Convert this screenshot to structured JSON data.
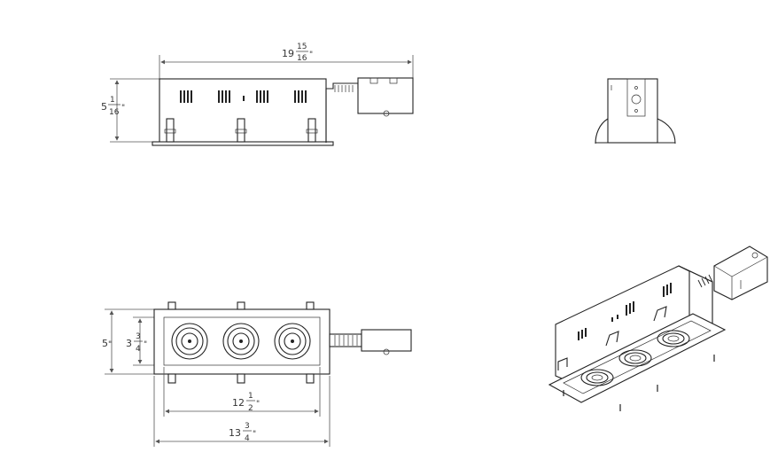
{
  "dimensions": {
    "front_width": {
      "whole": "19",
      "num": "15",
      "den": "16",
      "unit": "\""
    },
    "front_height": {
      "whole": "5",
      "num": "1",
      "den": "16",
      "unit": "\""
    },
    "top_outer_height": {
      "whole": "5",
      "unit": "\""
    },
    "top_inner_height": {
      "whole": "3",
      "num": "3",
      "den": "4",
      "unit": "\""
    },
    "top_inner_width": {
      "whole": "12",
      "num": "1",
      "den": "2",
      "unit": "\""
    },
    "top_outer_width": {
      "whole": "13",
      "num": "3",
      "den": "4",
      "unit": "\""
    }
  },
  "colors": {
    "line": "#222222",
    "dimension": "#555555",
    "background": "#ffffff"
  }
}
